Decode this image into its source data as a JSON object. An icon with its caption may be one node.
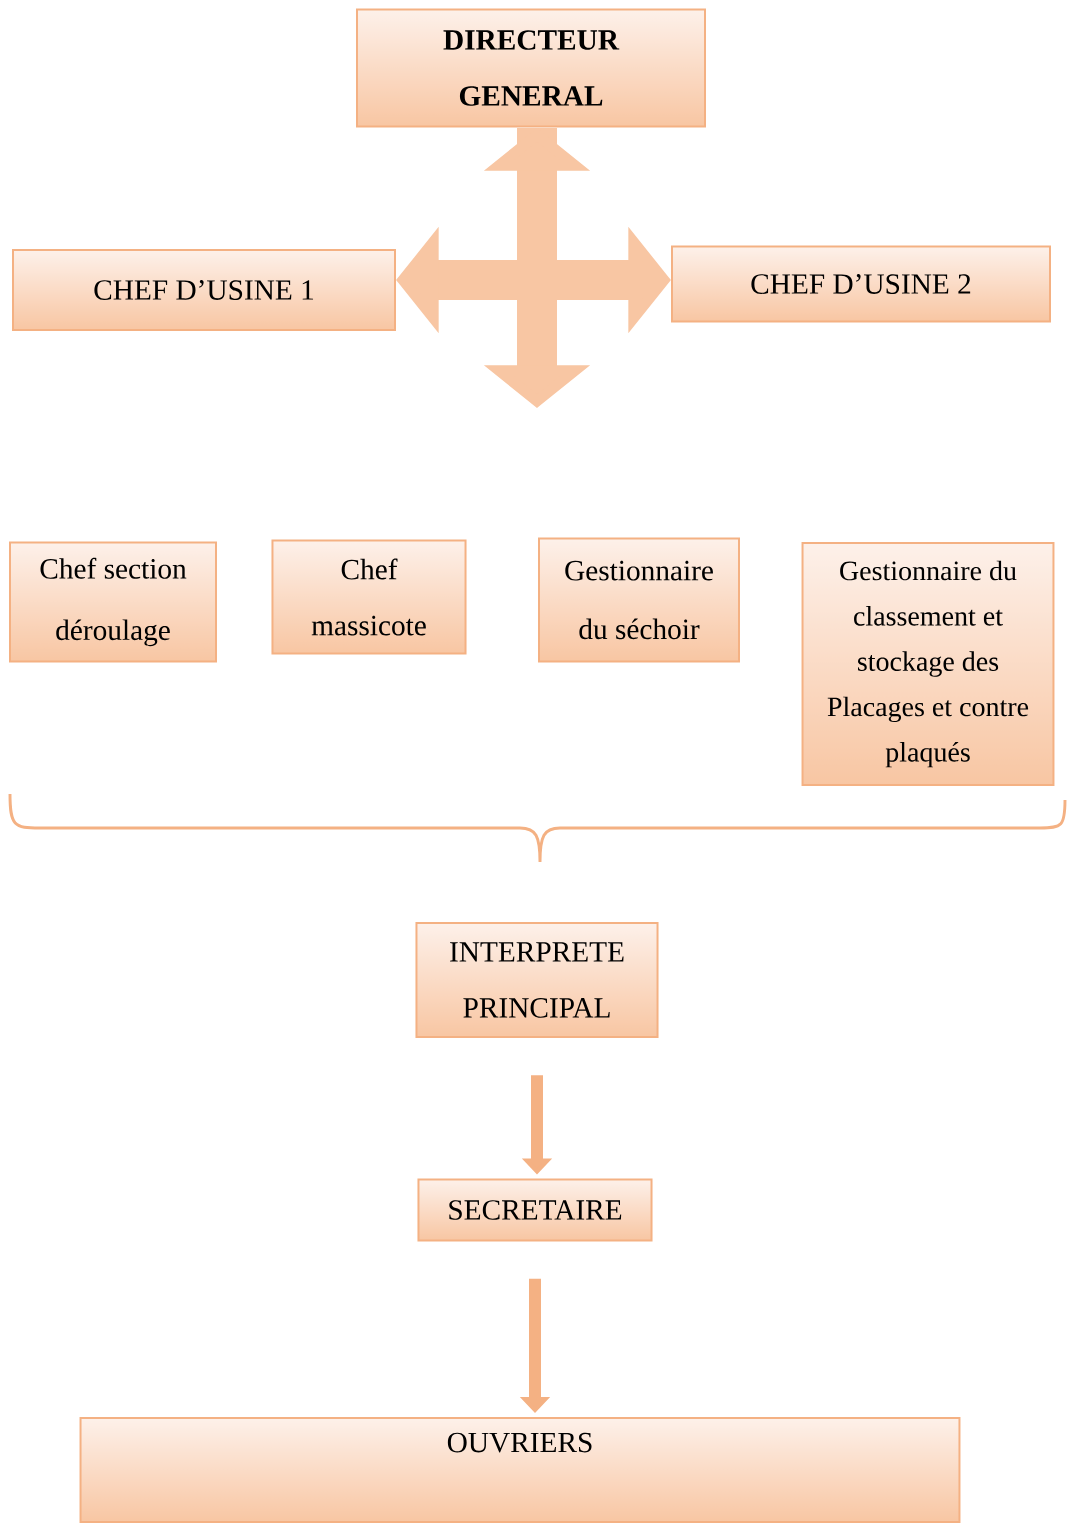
{
  "diagram": {
    "nodes": [
      {
        "text": [
          "DIRECTEUR GENERAL"
        ]
      },
      {
        "text": [
          "CHEF D’USINE 1"
        ]
      },
      {
        "text": [
          "CHEF D’USINE 2"
        ]
      },
      {
        "text": [
          "Chef section déroulage"
        ]
      },
      {
        "text": [
          "Chef massicote"
        ]
      },
      {
        "text": [
          "Gestionnaire du séchoir"
        ]
      },
      {
        "text": [
          "Gestionnaire du classement et stockage des Placages et contre plaqués"
        ]
      },
      {
        "text": [
          "INTERPRETE PRINCIPAL"
        ]
      },
      {
        "text": [
          "SECRETAIRE"
        ]
      },
      {
        "text": [
          "OUVRIERS"
        ]
      }
    ],
    "edges": [
      {
        "from": 0,
        "to": 1,
        "arrow": "to"
      },
      {
        "from": 0,
        "to": 2,
        "arrow": "to"
      },
      {
        "from": 0,
        "to": null,
        "arrow": "both"
      },
      {
        "from": 7,
        "to": 8,
        "arrow": "to"
      },
      {
        "from": 8,
        "to": 9,
        "arrow": "to"
      }
    ]
  }
}
